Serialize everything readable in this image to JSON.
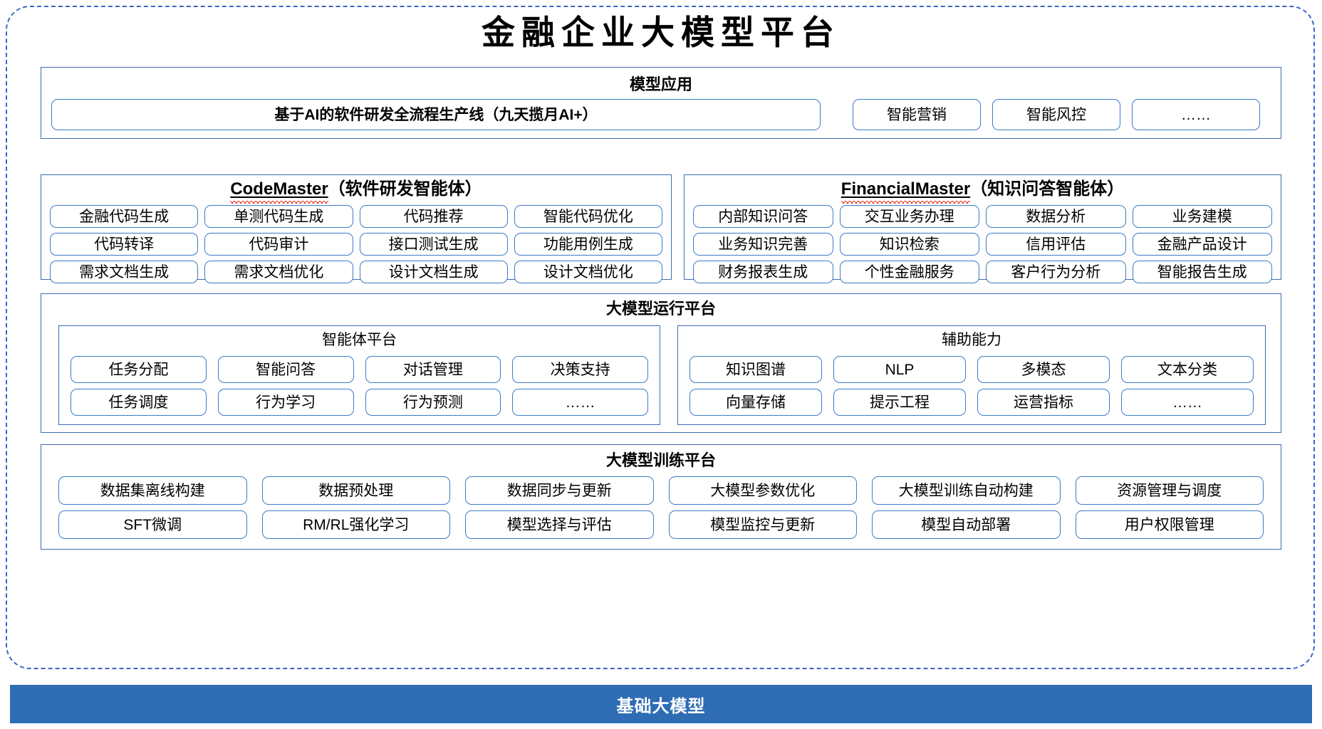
{
  "diagram": {
    "title": "金融企业大模型平台",
    "accent_blue": "#3C7BC8",
    "panel_border": "#3C6BB0",
    "outer_border": "#3C63C8",
    "base_bar_bg": "#2E6DB4",
    "spellcheck_underline": "#E8392B"
  },
  "apps": {
    "title": "模型应用",
    "items": [
      "基于AI的软件研发全流程生产线（九天揽月AI+）",
      "智能营销",
      "智能风控",
      "……"
    ]
  },
  "agents": [
    {
      "name": "CodeMaster",
      "suffix": "（软件研发智能体）",
      "rows": [
        [
          "金融代码生成",
          "单测代码生成",
          "代码推荐",
          "智能代码优化"
        ],
        [
          "代码转译",
          "代码审计",
          "接口测试生成",
          "功能用例生成"
        ],
        [
          "需求文档生成",
          "需求文档优化",
          "设计文档生成",
          "设计文档优化"
        ]
      ]
    },
    {
      "name": "FinancialMaster",
      "suffix": "（知识问答智能体）",
      "rows": [
        [
          "内部知识问答",
          "交互业务办理",
          "数据分析",
          "业务建模"
        ],
        [
          "业务知识完善",
          "知识检索",
          "信用评估",
          "金融产品设计"
        ],
        [
          "财务报表生成",
          "个性金融服务",
          "客户行为分析",
          "智能报告生成"
        ]
      ]
    }
  ],
  "runtime": {
    "title": "大模型运行平台",
    "groups": [
      {
        "title": "智能体平台",
        "rows": [
          [
            "任务分配",
            "智能问答",
            "对话管理",
            "决策支持"
          ],
          [
            "任务调度",
            "行为学习",
            "行为预测",
            "……"
          ]
        ]
      },
      {
        "title": "辅助能力",
        "rows": [
          [
            "知识图谱",
            "NLP",
            "多模态",
            "文本分类"
          ],
          [
            "向量存储",
            "提示工程",
            "运营指标",
            "……"
          ]
        ]
      }
    ]
  },
  "training": {
    "title": "大模型训练平台",
    "rows": [
      [
        "数据集离线构建",
        "数据预处理",
        "数据同步与更新",
        "大模型参数优化",
        "大模型训练自动构建",
        "资源管理与调度"
      ],
      [
        "SFT微调",
        "RM/RL强化学习",
        "模型选择与评估",
        "模型监控与更新",
        "模型自动部署",
        "用户权限管理"
      ]
    ]
  },
  "base": {
    "label": "基础大模型"
  }
}
